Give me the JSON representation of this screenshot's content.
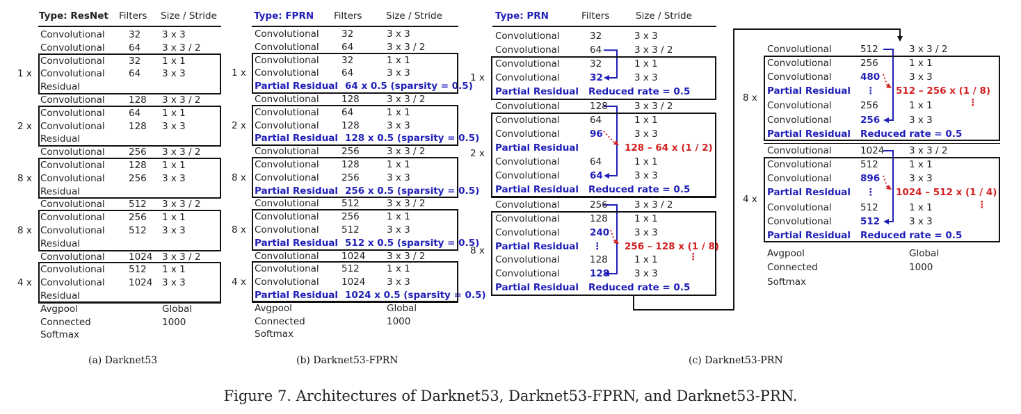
{
  "header": {
    "filters": "Filters",
    "size_stride": "Size / Stride"
  },
  "resnet": {
    "type_label": "Type: ResNet",
    "caption": "(a) Darknet53",
    "rows": [
      [
        "Convolutional",
        "32",
        "3 x 3"
      ],
      [
        "Convolutional",
        "64",
        "3 x 3 / 2"
      ],
      [
        "Convolutional",
        "32",
        "1 x 1"
      ],
      [
        "Convolutional",
        "64",
        "3 x 3"
      ],
      [
        "Residual",
        "",
        ""
      ],
      [
        "Convolutional",
        "128",
        "3 x 3 / 2"
      ],
      [
        "Convolutional",
        "64",
        "1 x 1"
      ],
      [
        "Convolutional",
        "128",
        "3 x 3"
      ],
      [
        "Residual",
        "",
        ""
      ],
      [
        "Convolutional",
        "256",
        "3 x 3 / 2"
      ],
      [
        "Convolutional",
        "128",
        "1 x 1"
      ],
      [
        "Convolutional",
        "256",
        "3 x 3"
      ],
      [
        "Residual",
        "",
        ""
      ],
      [
        "Convolutional",
        "512",
        "3 x 3 / 2"
      ],
      [
        "Convolutional",
        "256",
        "1 x 1"
      ],
      [
        "Convolutional",
        "512",
        "3 x 3"
      ],
      [
        "Residual",
        "",
        ""
      ],
      [
        "Convolutional",
        "1024",
        "3 x 3 / 2"
      ],
      [
        "Convolutional",
        "512",
        "1 x 1"
      ],
      [
        "Convolutional",
        "1024",
        "3 x 3"
      ],
      [
        "Residual",
        "",
        ""
      ],
      [
        "Avgpool",
        "",
        "Global"
      ],
      [
        "Connected",
        "",
        "1000"
      ],
      [
        "Softmax",
        "",
        ""
      ]
    ],
    "multipliers": [
      "1 x",
      "2 x",
      "8 x",
      "8 x",
      "4 x"
    ]
  },
  "fprn": {
    "type_label": "Type: FPRN",
    "caption": "(b) Darknet53-FPRN",
    "partial_residual": "Partial Residual",
    "rows": [
      [
        "Convolutional",
        "32",
        "3 x 3"
      ],
      [
        "Convolutional",
        "64",
        "3 x 3 / 2"
      ],
      [
        "Convolutional",
        "32",
        "1 x 1"
      ],
      [
        "Convolutional",
        "64",
        "3 x 3"
      ],
      [
        "Partial Residual",
        "64 x 0.5 (sparsity = 0.5)",
        ""
      ],
      [
        "Convolutional",
        "128",
        "3 x 3 / 2"
      ],
      [
        "Convolutional",
        "64",
        "1 x 1"
      ],
      [
        "Convolutional",
        "128",
        "3 x 3"
      ],
      [
        "Partial Residual",
        "128 x 0.5 (sparsity = 0.5)",
        ""
      ],
      [
        "Convolutional",
        "256",
        "3 x 3 / 2"
      ],
      [
        "Convolutional",
        "128",
        "1 x 1"
      ],
      [
        "Convolutional",
        "256",
        "3 x 3"
      ],
      [
        "Partial Residual",
        "256 x 0.5 (sparsity = 0.5)",
        ""
      ],
      [
        "Convolutional",
        "512",
        "3 x 3 / 2"
      ],
      [
        "Convolutional",
        "256",
        "1 x 1"
      ],
      [
        "Convolutional",
        "512",
        "3 x 3"
      ],
      [
        "Partial Residual",
        "512 x 0.5 (sparsity = 0.5)",
        ""
      ],
      [
        "Convolutional",
        "1024",
        "3 x 3 / 2"
      ],
      [
        "Convolutional",
        "512",
        "1 x 1"
      ],
      [
        "Convolutional",
        "1024",
        "3 x 3"
      ],
      [
        "Partial Residual",
        "1024 x 0.5 (sparsity = 0.5)",
        ""
      ],
      [
        "Avgpool",
        "",
        "Global"
      ],
      [
        "Connected",
        "",
        "1000"
      ],
      [
        "Softmax",
        "",
        ""
      ]
    ],
    "multipliers": [
      "1 x",
      "2 x",
      "8 x",
      "8 x",
      "4 x"
    ]
  },
  "prn": {
    "type_label": "Type: PRN",
    "caption": "(c) Darknet53-PRN",
    "reduced_rate": "Reduced rate = 0.5",
    "vdots": "⋮",
    "left_rows": [
      [
        "Convolutional",
        "32",
        "3 x 3"
      ],
      [
        "Convolutional",
        "64",
        "3 x 3 / 2"
      ],
      [
        "Convolutional",
        "32",
        "1 x 1"
      ],
      [
        "Convolutional",
        "32",
        "3 x 3"
      ],
      [
        "Partial Residual",
        "",
        ""
      ],
      [
        "Convolutional",
        "128",
        "3 x 3 / 2"
      ],
      [
        "Convolutional",
        "64",
        "1 x 1"
      ],
      [
        "Convolutional",
        "96",
        "3 x 3"
      ],
      [
        "Partial Residual",
        "",
        ""
      ],
      [
        "Convolutional",
        "64",
        "1 x 1"
      ],
      [
        "Convolutional",
        "64",
        "3 x 3"
      ],
      [
        "Partial Residual",
        "",
        ""
      ],
      [
        "Convolutional",
        "256",
        "3 x 3 / 2"
      ],
      [
        "Convolutional",
        "128",
        "1 x 1"
      ],
      [
        "Convolutional",
        "240",
        "3 x 3"
      ],
      [
        "Partial Residual",
        "",
        ""
      ],
      [
        "Convolutional",
        "128",
        "1 x 1"
      ],
      [
        "Convolutional",
        "128",
        "3 x 3"
      ],
      [
        "Partial Residual",
        "",
        ""
      ]
    ],
    "right_rows": [
      [
        "Convolutional",
        "512",
        "3 x 3 / 2"
      ],
      [
        "Convolutional",
        "256",
        "1 x 1"
      ],
      [
        "Convolutional",
        "480",
        "3 x 3"
      ],
      [
        "Partial Residual",
        "",
        ""
      ],
      [
        "Convolutional",
        "256",
        "1 x 1"
      ],
      [
        "Convolutional",
        "256",
        "3 x 3"
      ],
      [
        "Partial Residual",
        "",
        ""
      ],
      [
        "Convolutional",
        "1024",
        "3 x 3 / 2"
      ],
      [
        "Convolutional",
        "512",
        "1 x 1"
      ],
      [
        "Convolutional",
        "896",
        "3 x 3"
      ],
      [
        "Partial Residual",
        "",
        ""
      ],
      [
        "Convolutional",
        "512",
        "1 x 1"
      ],
      [
        "Convolutional",
        "512",
        "3 x 3"
      ],
      [
        "Partial Residual",
        "",
        ""
      ],
      [
        "Avgpool",
        "",
        "Global"
      ],
      [
        "Connected",
        "",
        "1000"
      ],
      [
        "Softmax",
        "",
        ""
      ]
    ],
    "formulas": [
      "128 – 64 x (1 / 2)",
      "256 – 128 x (1 / 8)",
      "512 – 256 x (1 / 8)",
      "1024 – 512 x (1 / 4)"
    ],
    "multipliers": [
      "1 x",
      "2 x",
      "8 x",
      "8 x",
      "4 x"
    ]
  },
  "figure_caption": "Figure 7. Architectures of Darknet53, Darknet53-FPRN, and Darknet53-PRN.",
  "colors": {
    "blue": "#1f1fb8",
    "red": "#d42020",
    "line": "#111111"
  }
}
